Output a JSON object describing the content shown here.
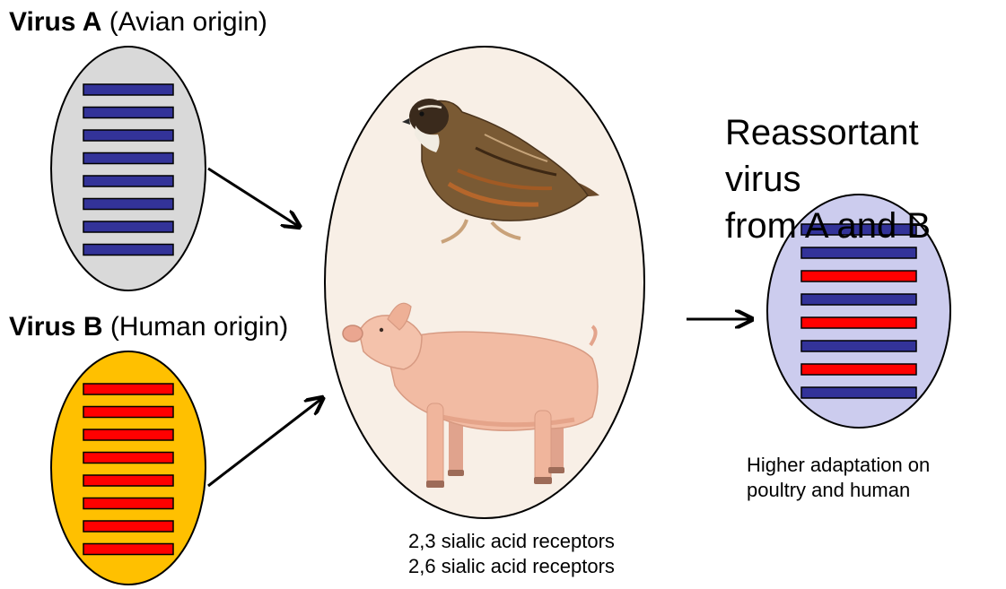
{
  "virus_a": {
    "name": "Virus A",
    "origin": "(Avian origin)",
    "fill_color": "#d9d9d9",
    "segment_colors": [
      "#333399",
      "#333399",
      "#333399",
      "#333399",
      "#333399",
      "#333399",
      "#333399",
      "#333399"
    ]
  },
  "virus_b": {
    "name": "Virus B",
    "origin": "(Human origin)",
    "fill_color": "#ffc000",
    "segment_colors": [
      "#ff0000",
      "#ff0000",
      "#ff0000",
      "#ff0000",
      "#ff0000",
      "#ff0000",
      "#ff0000",
      "#ff0000"
    ]
  },
  "host": {
    "fill_color": "#f8efe6",
    "animals": [
      "quail-icon",
      "pig-icon"
    ],
    "receptor_lines": [
      "2,3 sialic acid receptors",
      "2,6 sialic acid receptors"
    ]
  },
  "reassortant": {
    "title_line1": "Reassortant virus",
    "title_line2": "from A and B",
    "fill_color": "#ccccee",
    "segment_colors": [
      "#333399",
      "#333399",
      "#ff0000",
      "#333399",
      "#ff0000",
      "#333399",
      "#ff0000",
      "#333399"
    ],
    "note_line1": "Higher adaptation on",
    "note_line2": "poultry and human"
  },
  "colors": {
    "avian_segment": "#333399",
    "human_segment": "#ff0000",
    "outline": "#000000"
  }
}
